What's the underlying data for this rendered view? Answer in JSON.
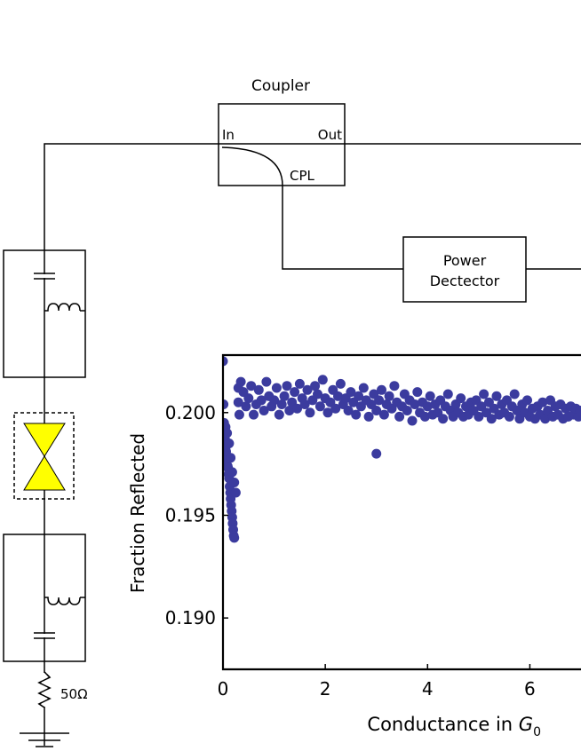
{
  "circuit": {
    "coupler_title": "Coupler",
    "coupler_port_in": "In",
    "coupler_port_out": "Out",
    "coupler_port_cpl": "CPL",
    "detector_line1": "Power",
    "detector_line2": "Dectector",
    "resistor_label": "50Ω"
  },
  "colors": {
    "marker": "#3b3b9e",
    "junction_fill": "#ffff00"
  },
  "chart_data": {
    "type": "scatter",
    "xlabel_text": "Conductance in ",
    "xlabel_symbol": "G",
    "xlabel_subscript": "0",
    "ylabel": "Fraction Reflected",
    "xlim": [
      0,
      7
    ],
    "ylim": [
      0.1875,
      0.2028
    ],
    "xticks": [
      0,
      2,
      4,
      6
    ],
    "xtick_labels": [
      "0",
      "2",
      "4",
      "6"
    ],
    "yticks": [
      0.19,
      0.195,
      0.2
    ],
    "ytick_labels": [
      "0.190",
      "0.195",
      "0.200"
    ],
    "grid": false,
    "series": [
      {
        "points": [
          [
            0.0,
            0.2025
          ],
          [
            0.01,
            0.2004
          ],
          [
            0.02,
            0.1995
          ],
          [
            0.03,
            0.199
          ],
          [
            0.04,
            0.1987
          ],
          [
            0.05,
            0.1983
          ],
          [
            0.06,
            0.1981
          ],
          [
            0.07,
            0.1979
          ],
          [
            0.08,
            0.1977
          ],
          [
            0.09,
            0.1974
          ],
          [
            0.1,
            0.1973
          ],
          [
            0.11,
            0.197
          ],
          [
            0.12,
            0.1968
          ],
          [
            0.13,
            0.1964
          ],
          [
            0.14,
            0.1961
          ],
          [
            0.15,
            0.1958
          ],
          [
            0.16,
            0.1955
          ],
          [
            0.17,
            0.1952
          ],
          [
            0.18,
            0.1949
          ],
          [
            0.19,
            0.1946
          ],
          [
            0.2,
            0.1943
          ],
          [
            0.21,
            0.194
          ],
          [
            0.22,
            0.1939
          ],
          [
            0.05,
            0.1993
          ],
          [
            0.08,
            0.199
          ],
          [
            0.12,
            0.1985
          ],
          [
            0.15,
            0.1978
          ],
          [
            0.18,
            0.1971
          ],
          [
            0.22,
            0.1966
          ],
          [
            0.25,
            0.1961
          ],
          [
            0.3,
            0.2012
          ],
          [
            0.3,
            0.2005
          ],
          [
            0.32,
            0.1999
          ],
          [
            0.35,
            0.2015
          ],
          [
            0.4,
            0.201
          ],
          [
            0.45,
            0.2003
          ],
          [
            0.5,
            0.2007
          ],
          [
            0.55,
            0.2013
          ],
          [
            0.6,
            0.1999
          ],
          [
            0.65,
            0.2004
          ],
          [
            0.7,
            0.2011
          ],
          [
            0.75,
            0.2006
          ],
          [
            0.8,
            0.2001
          ],
          [
            0.85,
            0.2015
          ],
          [
            0.9,
            0.2008
          ],
          [
            0.95,
            0.2003
          ],
          [
            1.0,
            0.2006
          ],
          [
            1.05,
            0.2012
          ],
          [
            1.1,
            0.1999
          ],
          [
            1.15,
            0.2004
          ],
          [
            1.2,
            0.2008
          ],
          [
            1.25,
            0.2013
          ],
          [
            1.3,
            0.2001
          ],
          [
            1.35,
            0.2005
          ],
          [
            1.4,
            0.201
          ],
          [
            1.45,
            0.2002
          ],
          [
            1.5,
            0.2014
          ],
          [
            1.55,
            0.2007
          ],
          [
            1.6,
            0.2004
          ],
          [
            1.65,
            0.2011
          ],
          [
            1.7,
            0.2
          ],
          [
            1.75,
            0.2006
          ],
          [
            1.8,
            0.2013
          ],
          [
            1.85,
            0.2009
          ],
          [
            1.9,
            0.2003
          ],
          [
            1.95,
            0.2016
          ],
          [
            2.0,
            0.2007
          ],
          [
            2.05,
            0.2
          ],
          [
            2.1,
            0.2005
          ],
          [
            2.15,
            0.2011
          ],
          [
            2.2,
            0.2002
          ],
          [
            2.25,
            0.2008
          ],
          [
            2.3,
            0.2014
          ],
          [
            2.35,
            0.2004
          ],
          [
            2.4,
            0.2007
          ],
          [
            2.45,
            0.2001
          ],
          [
            2.5,
            0.201
          ],
          [
            2.55,
            0.2005
          ],
          [
            2.6,
            0.1999
          ],
          [
            2.65,
            0.2008
          ],
          [
            2.7,
            0.2003
          ],
          [
            2.75,
            0.2012
          ],
          [
            2.8,
            0.2006
          ],
          [
            2.85,
            0.1998
          ],
          [
            2.9,
            0.2004
          ],
          [
            2.95,
            0.2009
          ],
          [
            3.0,
            0.198
          ],
          [
            3.0,
            0.2001
          ],
          [
            3.05,
            0.2006
          ],
          [
            3.1,
            0.2011
          ],
          [
            3.15,
            0.1999
          ],
          [
            3.2,
            0.2004
          ],
          [
            3.25,
            0.2008
          ],
          [
            3.3,
            0.2002
          ],
          [
            3.35,
            0.2013
          ],
          [
            3.4,
            0.2005
          ],
          [
            3.45,
            0.1998
          ],
          [
            3.5,
            0.2003
          ],
          [
            3.55,
            0.2009
          ],
          [
            3.6,
            0.2001
          ],
          [
            3.65,
            0.2006
          ],
          [
            3.7,
            0.1996
          ],
          [
            3.75,
            0.2004
          ],
          [
            3.8,
            0.201
          ],
          [
            3.85,
            0.2
          ],
          [
            3.9,
            0.2005
          ],
          [
            3.95,
            0.1998
          ],
          [
            4.0,
            0.2003
          ],
          [
            4.05,
            0.2008
          ],
          [
            4.1,
            0.1999
          ],
          [
            4.15,
            0.2004
          ],
          [
            4.2,
            0.2
          ],
          [
            4.25,
            0.2006
          ],
          [
            4.3,
            0.1997
          ],
          [
            4.35,
            0.2003
          ],
          [
            4.4,
            0.2009
          ],
          [
            4.45,
            0.2001
          ],
          [
            4.5,
            0.1998
          ],
          [
            4.55,
            0.2004
          ],
          [
            4.6,
            0.2
          ],
          [
            4.65,
            0.2007
          ],
          [
            4.7,
            0.1998
          ],
          [
            4.75,
            0.2003
          ],
          [
            4.8,
            0.1999
          ],
          [
            4.85,
            0.2005
          ],
          [
            4.9,
            0.2001
          ],
          [
            4.95,
            0.2006
          ],
          [
            5.0,
            0.1998
          ],
          [
            5.05,
            0.2003
          ],
          [
            5.1,
            0.2009
          ],
          [
            5.15,
            0.2
          ],
          [
            5.2,
            0.2005
          ],
          [
            5.25,
            0.1997
          ],
          [
            5.3,
            0.2002
          ],
          [
            5.35,
            0.2008
          ],
          [
            5.4,
            0.1999
          ],
          [
            5.45,
            0.2004
          ],
          [
            5.5,
            0.2
          ],
          [
            5.55,
            0.2006
          ],
          [
            5.6,
            0.1998
          ],
          [
            5.65,
            0.2003
          ],
          [
            5.7,
            0.2009
          ],
          [
            5.75,
            0.2001
          ],
          [
            5.8,
            0.1997
          ],
          [
            5.85,
            0.2004
          ],
          [
            5.9,
            0.2
          ],
          [
            5.95,
            0.2006
          ],
          [
            6.0,
            0.1998
          ],
          [
            6.05,
            0.2002
          ],
          [
            6.1,
            0.1997
          ],
          [
            6.15,
            0.2003
          ],
          [
            6.2,
            0.1999
          ],
          [
            6.25,
            0.2005
          ],
          [
            6.3,
            0.1997
          ],
          [
            6.35,
            0.2001
          ],
          [
            6.4,
            0.2006
          ],
          [
            6.45,
            0.1998
          ],
          [
            6.5,
            0.2003
          ],
          [
            6.55,
            0.1999
          ],
          [
            6.6,
            0.2004
          ],
          [
            6.65,
            0.1997
          ],
          [
            6.7,
            0.2002
          ],
          [
            6.75,
            0.1998
          ],
          [
            6.8,
            0.2003
          ],
          [
            6.85,
            0.1999
          ],
          [
            6.9,
            0.2002
          ],
          [
            6.95,
            0.1998
          ],
          [
            6.98,
            0.2001
          ]
        ]
      }
    ]
  }
}
